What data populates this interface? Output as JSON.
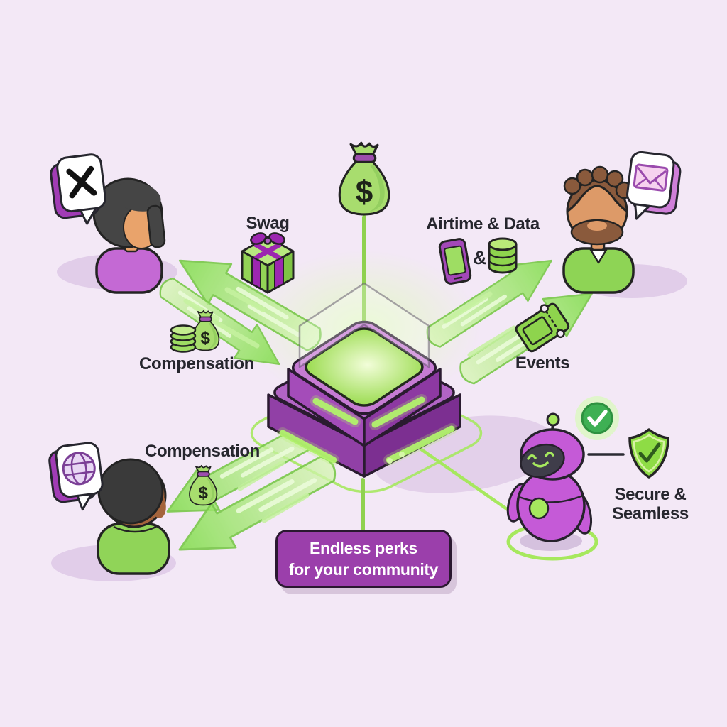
{
  "scene": {
    "background": "#f3e8f6",
    "accents": {
      "green": "#8ed44d",
      "green_light": "#c9f2a2",
      "purple": "#a84cbd",
      "purple_deep": "#8f3aa3",
      "outline": "#26262e",
      "text": "#26262e"
    }
  },
  "labels": {
    "swag": "Swag",
    "airtime_data": "Airtime & Data",
    "compensation_left": "Compensation",
    "compensation_bottom": "Compensation",
    "events": "Events",
    "secure_line1": "Secure &",
    "secure_line2": "Seamless",
    "ampersand": "&",
    "dollar": "$"
  },
  "banner": {
    "line1": "Endless perks",
    "line2": "for your community",
    "background": "#9b3fab",
    "text_color": "#ffffff"
  },
  "icons": [
    "x-logo-icon",
    "envelope-icon",
    "globe-icon",
    "money-bag-icon",
    "gift-box-icon",
    "smartphone-icon",
    "data-stack-icon",
    "coin-stack-icon",
    "ticket-icon",
    "check-circle-icon",
    "shield-check-icon",
    "robot-mascot",
    "central-hub"
  ]
}
